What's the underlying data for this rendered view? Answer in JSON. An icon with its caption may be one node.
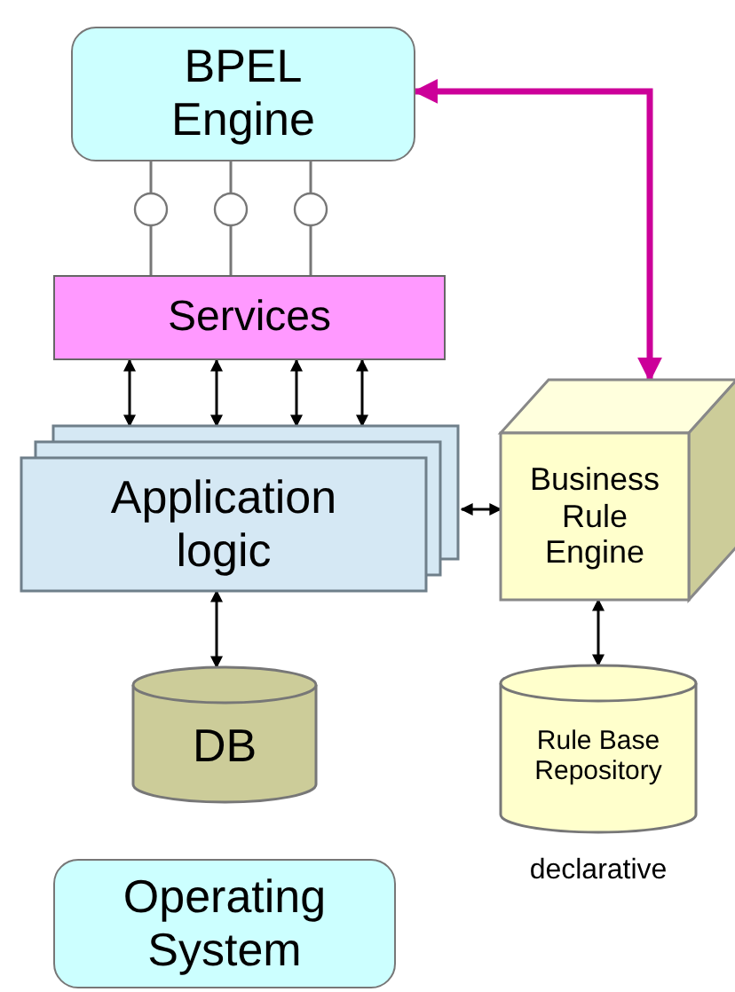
{
  "diagram": {
    "nodes": [
      {
        "text": [
          "BPEL Engine"
        ]
      },
      {
        "text": [
          "Services"
        ]
      },
      {
        "text": [
          "Application logic"
        ]
      },
      {
        "text": [
          "Business Rule Engine"
        ]
      },
      {
        "text": [
          "DB"
        ]
      },
      {
        "text": [
          "Rule Base Repository"
        ],
        "beside": [
          "declarative"
        ]
      },
      {
        "text": [
          "Operating System"
        ]
      }
    ],
    "edges": [
      {
        "from": 0,
        "to": 1,
        "arrow": "none",
        "color": "#777777"
      },
      {
        "from": 0,
        "to": 1,
        "arrow": "none",
        "color": "#777777"
      },
      {
        "from": 0,
        "to": 1,
        "arrow": "none",
        "color": "#777777"
      },
      {
        "from": 1,
        "to": 2,
        "arrow": "both"
      },
      {
        "from": 1,
        "to": 2,
        "arrow": "both"
      },
      {
        "from": 1,
        "to": 2,
        "arrow": "both"
      },
      {
        "from": 1,
        "to": 2,
        "arrow": "both"
      },
      {
        "from": 2,
        "to": 3,
        "arrow": "both"
      },
      {
        "from": 2,
        "to": 4,
        "arrow": "both"
      },
      {
        "from": 3,
        "to": 5,
        "arrow": "both"
      },
      {
        "from": 0,
        "to": 3,
        "arrow": "both",
        "style": "thick",
        "color": "#cc0099"
      }
    ]
  }
}
